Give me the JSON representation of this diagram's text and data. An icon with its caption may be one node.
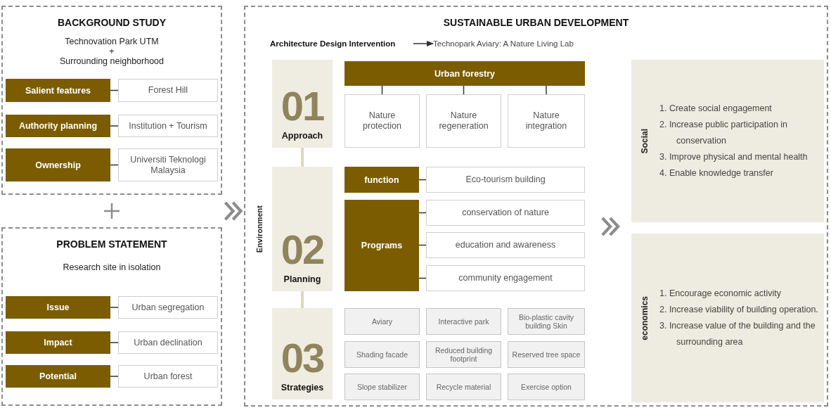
{
  "diagram": {
    "nodes": [
      {
        "text": [
          "BACKGROUND STUDY",
          "Technovation Park UTM",
          "+",
          "Surrounding neighborhood"
        ]
      },
      {
        "text": [
          "Salient features"
        ],
        "in": 0
      },
      {
        "text": [
          "Forest Hill"
        ],
        "in": 0
      },
      {
        "text": [
          "Authority planning"
        ],
        "in": 0
      },
      {
        "text": [
          "Institution + Tourism"
        ],
        "in": 0
      },
      {
        "text": [
          "Ownership"
        ],
        "in": 0
      },
      {
        "text": [
          "Universiti Teknologi Malaysia"
        ],
        "in": 0
      },
      {
        "text": [
          "PROBLEM STATEMENT",
          "Research site in isolation"
        ]
      },
      {
        "text": [
          "Issue"
        ],
        "in": 7
      },
      {
        "text": [
          "Urban segregation"
        ],
        "in": 7
      },
      {
        "text": [
          "Impact"
        ],
        "in": 7
      },
      {
        "text": [
          "Urban declination"
        ],
        "in": 7
      },
      {
        "text": [
          "Potential"
        ],
        "in": 7
      },
      {
        "text": [
          "Urban forest"
        ],
        "in": 7
      },
      {
        "text": [
          "SUSTAINABLE URBAN DEVELOPMENT"
        ]
      },
      {
        "text": [
          "Architecture Design Intervention"
        ],
        "in": 14
      },
      {
        "text": [
          "Technopark Aviary: A Nature Living Lab"
        ],
        "in": 14
      },
      {
        "text": [
          "01",
          "Approach"
        ],
        "in": 14
      },
      {
        "text": [
          "02",
          "Planning"
        ],
        "in": 14
      },
      {
        "text": [
          "03",
          "Strategies"
        ],
        "in": 14
      },
      {
        "text": [
          "Urban forestry"
        ],
        "in": 14
      },
      {
        "text": [
          "Nature protection"
        ],
        "in": 14
      },
      {
        "text": [
          "Nature regeneration"
        ],
        "in": 14
      },
      {
        "text": [
          "Nature integration"
        ],
        "in": 14
      },
      {
        "text": [
          "function"
        ],
        "in": 14
      },
      {
        "text": [
          "Eco-tourism building"
        ],
        "in": 14
      },
      {
        "text": [
          "Programs"
        ],
        "in": 14
      },
      {
        "text": [
          "conservation of nature"
        ],
        "in": 14
      },
      {
        "text": [
          "education and awareness"
        ],
        "in": 14
      },
      {
        "text": [
          "community engagement"
        ],
        "in": 14
      },
      {
        "text": [
          "Aviary"
        ],
        "in": 14
      },
      {
        "text": [
          "Interactive park"
        ],
        "in": 14
      },
      {
        "text": [
          "Bio-plastic cavity building Skin"
        ],
        "in": 14
      },
      {
        "text": [
          "Shading facade"
        ],
        "in": 14
      },
      {
        "text": [
          "Reduced building footprint"
        ],
        "in": 14
      },
      {
        "text": [
          "Reserved tree space"
        ],
        "in": 14
      },
      {
        "text": [
          "Slope stabilizer"
        ],
        "in": 14
      },
      {
        "text": [
          "Recycle material"
        ],
        "in": 14
      },
      {
        "text": [
          "Exercise option"
        ],
        "in": 14
      },
      {
        "text": [
          "Social",
          "1. Create social engagement",
          "2. Increase public participation in conservation",
          "3. Improve physical and mental health",
          "4. Enable knowledge transfer"
        ],
        "in": 14
      },
      {
        "text": [
          "economics",
          "1. Encourage economic activity",
          "2. Increase viability of building operation.",
          "3. Increase value of the building and the surrounding area"
        ],
        "in": 14
      }
    ],
    "edges": [
      {
        "from": 1,
        "to": 2,
        "arrow": "none"
      },
      {
        "from": 3,
        "to": 4,
        "arrow": "none"
      },
      {
        "from": 5,
        "to": 6,
        "arrow": "none"
      },
      {
        "from": 8,
        "to": 9,
        "arrow": "none"
      },
      {
        "from": 10,
        "to": 11,
        "arrow": "none"
      },
      {
        "from": 12,
        "to": 13,
        "arrow": "none"
      },
      {
        "from": 0,
        "to": 14,
        "arrow": "to",
        "style": "thick",
        "color": "#8c8c8c"
      },
      {
        "from": 7,
        "to": 14,
        "arrow": "to",
        "style": "thick",
        "color": "#8c8c8c"
      },
      {
        "from": 15,
        "to": 16,
        "arrow": "to"
      },
      {
        "from": 17,
        "to": 18,
        "arrow": "none",
        "style": "thick",
        "color": "#ddd8bc"
      },
      {
        "from": 18,
        "to": 19,
        "arrow": "none",
        "style": "thick",
        "color": "#ddd8bc"
      },
      {
        "from": 20,
        "to": 21,
        "arrow": "none"
      },
      {
        "from": 20,
        "to": 22,
        "arrow": "none"
      },
      {
        "from": 20,
        "to": 23,
        "arrow": "none"
      },
      {
        "from": 24,
        "to": 25,
        "arrow": "none"
      },
      {
        "from": 26,
        "to": 27,
        "arrow": "none"
      },
      {
        "from": 26,
        "to": 28,
        "arrow": "none"
      },
      {
        "from": 26,
        "to": 29,
        "arrow": "none"
      },
      {
        "from": null,
        "to": 39,
        "arrow": "to",
        "style": "thick",
        "color": "#8c8c8c"
      },
      {
        "from": null,
        "to": 40,
        "arrow": "to",
        "style": "thick",
        "color": "#8c8c8c"
      }
    ],
    "labels": [
      "Environment"
    ]
  }
}
